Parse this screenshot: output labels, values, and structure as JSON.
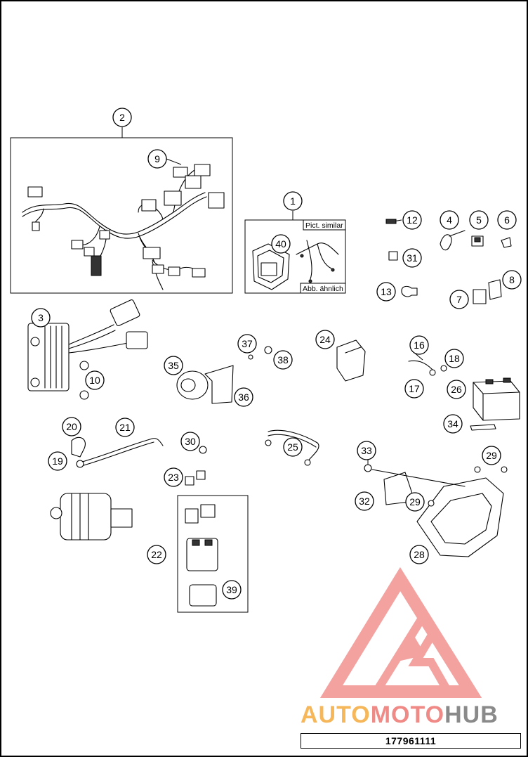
{
  "notes": {
    "pict_similar": "Pict. similar",
    "abb_aehnlich": "Abb. ähnlich"
  },
  "callouts": [
    "2",
    "9",
    "1",
    "12",
    "4",
    "5",
    "6",
    "40",
    "31",
    "13",
    "8",
    "7",
    "3",
    "10",
    "37",
    "38",
    "24",
    "16",
    "18",
    "35",
    "36",
    "17",
    "26",
    "34",
    "20",
    "21",
    "30",
    "25",
    "33",
    "29",
    "19",
    "23",
    "32",
    "29",
    "28",
    "22",
    "39"
  ],
  "watermark": {
    "part1": "AUTO",
    "part2": "MOTO",
    "part3": "HUB",
    "color_part1": "#f6b75a",
    "color_part2": "#f08a86",
    "color_part3": "#8a8a8a",
    "logo_color": "#ef7b77"
  },
  "reference_number": "177961111"
}
